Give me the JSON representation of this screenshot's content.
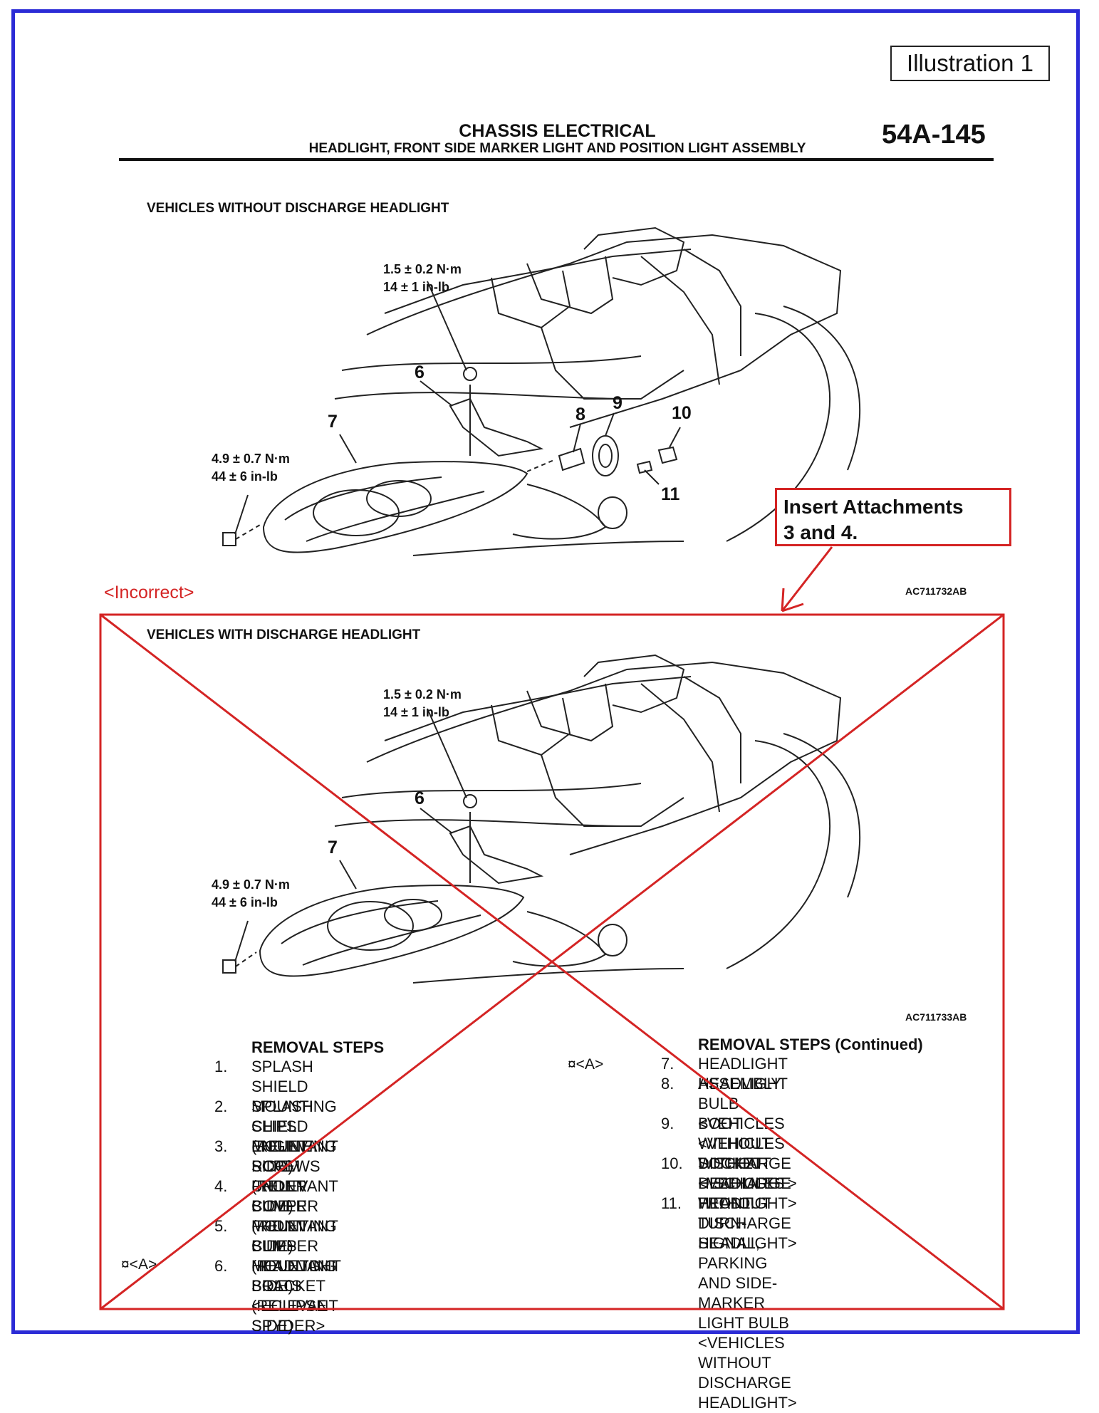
{
  "illustration_label": "Illustration 1",
  "header": {
    "title": "CHASSIS ELECTRICAL",
    "subtitle": "HEADLIGHT, FRONT SIDE MARKER LIGHT AND POSITION LIGHT ASSEMBLY",
    "page_number": "54A-145"
  },
  "figure_top": {
    "section_title": "VEHICLES WITHOUT DISCHARGE HEADLIGHT",
    "torque_top": [
      "1.5 ± 0.2 N·m",
      "14 ± 1 in-lb"
    ],
    "torque_left": [
      "4.9 ± 0.7 N·m",
      "44 ± 6 in-lb"
    ],
    "callouts": [
      "6",
      "7",
      "8",
      "9",
      "10",
      "11"
    ],
    "figure_code": "AC711732AB"
  },
  "annotation": {
    "insert_note": [
      "Insert Attachments",
      "3 and 4."
    ],
    "incorrect_label": "<Incorrect>",
    "mark_color": "#d42424"
  },
  "figure_bottom": {
    "section_title": "VEHICLES WITH DISCHARGE HEADLIGHT",
    "torque_top": [
      "1.5 ± 0.2 N·m",
      "14 ± 1 in-lb"
    ],
    "torque_left": [
      "4.9 ± 0.7 N·m",
      "44 ± 6 in-lb"
    ],
    "callouts": [
      "6",
      "7"
    ],
    "figure_code": "AC711733AB"
  },
  "removal_steps": {
    "title": "REMOVAL STEPS",
    "title_continued": "REMOVAL STEPS (Continued)",
    "left": [
      {
        "num": "1.",
        "lines": [
          "SPLASH SHIELD MOUNTING CLIPS",
          "(RELEVANT SIDE)"
        ]
      },
      {
        "num": "2.",
        "lines": [
          "SPLASH SHIELD MOUNTING",
          "SCREWS (RELEVANT SIDE)"
        ]
      },
      {
        "num": "3.",
        "lines": [
          "ENGINE ROOM UNDER COVER",
          "(RELEVANT SIDE)"
        ]
      },
      {
        "num": "4.",
        "lines": [
          "FRONT BUMPER MOUNTING CLIPS",
          "(RELEVANT SIDE)"
        ]
      },
      {
        "num": "5.",
        "lines": [
          "FRONT BUMPER MOUNTING BOLTS",
          "(RELEVANT SIDE)"
        ]
      },
      {
        "num": "6.",
        "lines": [
          "HEADLIGHT BRACKET <ECLIPSE",
          "SPYDER>"
        ]
      }
    ],
    "right": [
      {
        "num": "7.",
        "lines": [
          "HEADLIGHT ASSEMBLY"
        ]
      },
      {
        "num": "8.",
        "lines": [
          "HEADLIGHT BULB <VEHICLES",
          "WITHOUT DISCHARGE HEADLIGHT>"
        ]
      },
      {
        "num": "9.",
        "lines": [
          "BOOT <VEHICLES WITHOUT",
          "DISCHARGE HEADLIGHT>"
        ]
      },
      {
        "num": "10.",
        "lines": [
          "SOCKET <VEHICLES WITHOUT",
          "DISCHARGE HEADLIGHT>"
        ]
      },
      {
        "num": "11.",
        "lines": [
          "FRONT TURN-SIGNAL, PARKING",
          "AND SIDE-MARKER LIGHT BULB",
          "<VEHICLES WITHOUT DISCHARGE",
          "HEADLIGHT>"
        ]
      }
    ],
    "mark_a_left": "¤<A>",
    "mark_a_right": "¤<A>"
  }
}
